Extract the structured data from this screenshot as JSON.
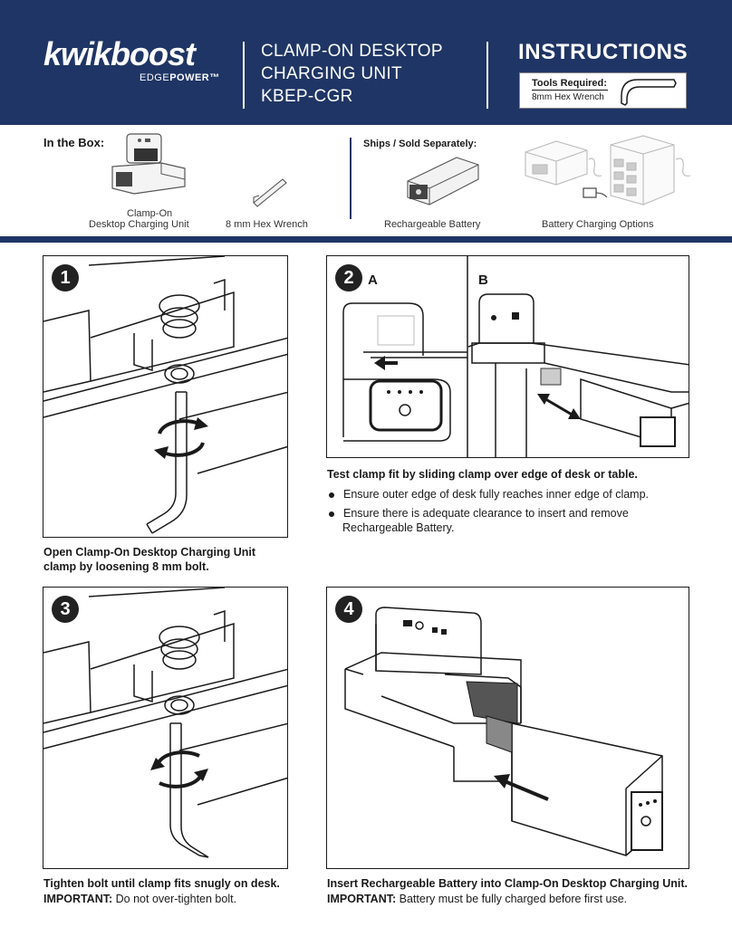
{
  "header": {
    "brand_main": "kwikboost",
    "brand_sub_light": "EDGE",
    "brand_sub_bold": "POWER™",
    "title_lines": [
      "CLAMP-ON DESKTOP",
      "CHARGING UNIT",
      "KBEP-CGR"
    ],
    "instructions": "INSTRUCTIONS",
    "tools_required_label": "Tools Required:",
    "tools_required_value": "8mm Hex Wrench"
  },
  "in_the_box": {
    "label": "In the Box:",
    "items": [
      "Clamp-On",
      "Desktop Charging Unit",
      "8 mm Hex Wrench"
    ]
  },
  "ships_separately": {
    "label": "Ships / Sold Separately:",
    "items": [
      "Rechargeable Battery",
      "Battery Charging Options"
    ]
  },
  "steps": [
    {
      "number": "1",
      "text_lines": [
        "Open Clamp-On Desktop Charging Unit",
        "clamp by loosening 8 mm bolt."
      ]
    },
    {
      "number": "2",
      "sub_a": "A",
      "sub_b": "B",
      "lead": "Test clamp fit by sliding clamp over edge of desk or table.",
      "bullets": [
        "Ensure outer edge of desk fully reaches inner edge of clamp.",
        "Ensure there is adequate clearance to insert and remove",
        "Rechargeable Battery."
      ]
    },
    {
      "number": "3",
      "lead": "Tighten bolt until clamp fits snugly on desk.",
      "important_label": "IMPORTANT:",
      "important_text": "Do not over-tighten bolt."
    },
    {
      "number": "4",
      "lead": "Insert Rechargeable Battery into Clamp-On Desktop Charging Unit.",
      "important_label": "IMPORTANT:",
      "important_text": "Battery must be fully charged before first use."
    }
  ],
  "colors": {
    "navy": "#1f3565",
    "ink": "#1a1a1a"
  }
}
